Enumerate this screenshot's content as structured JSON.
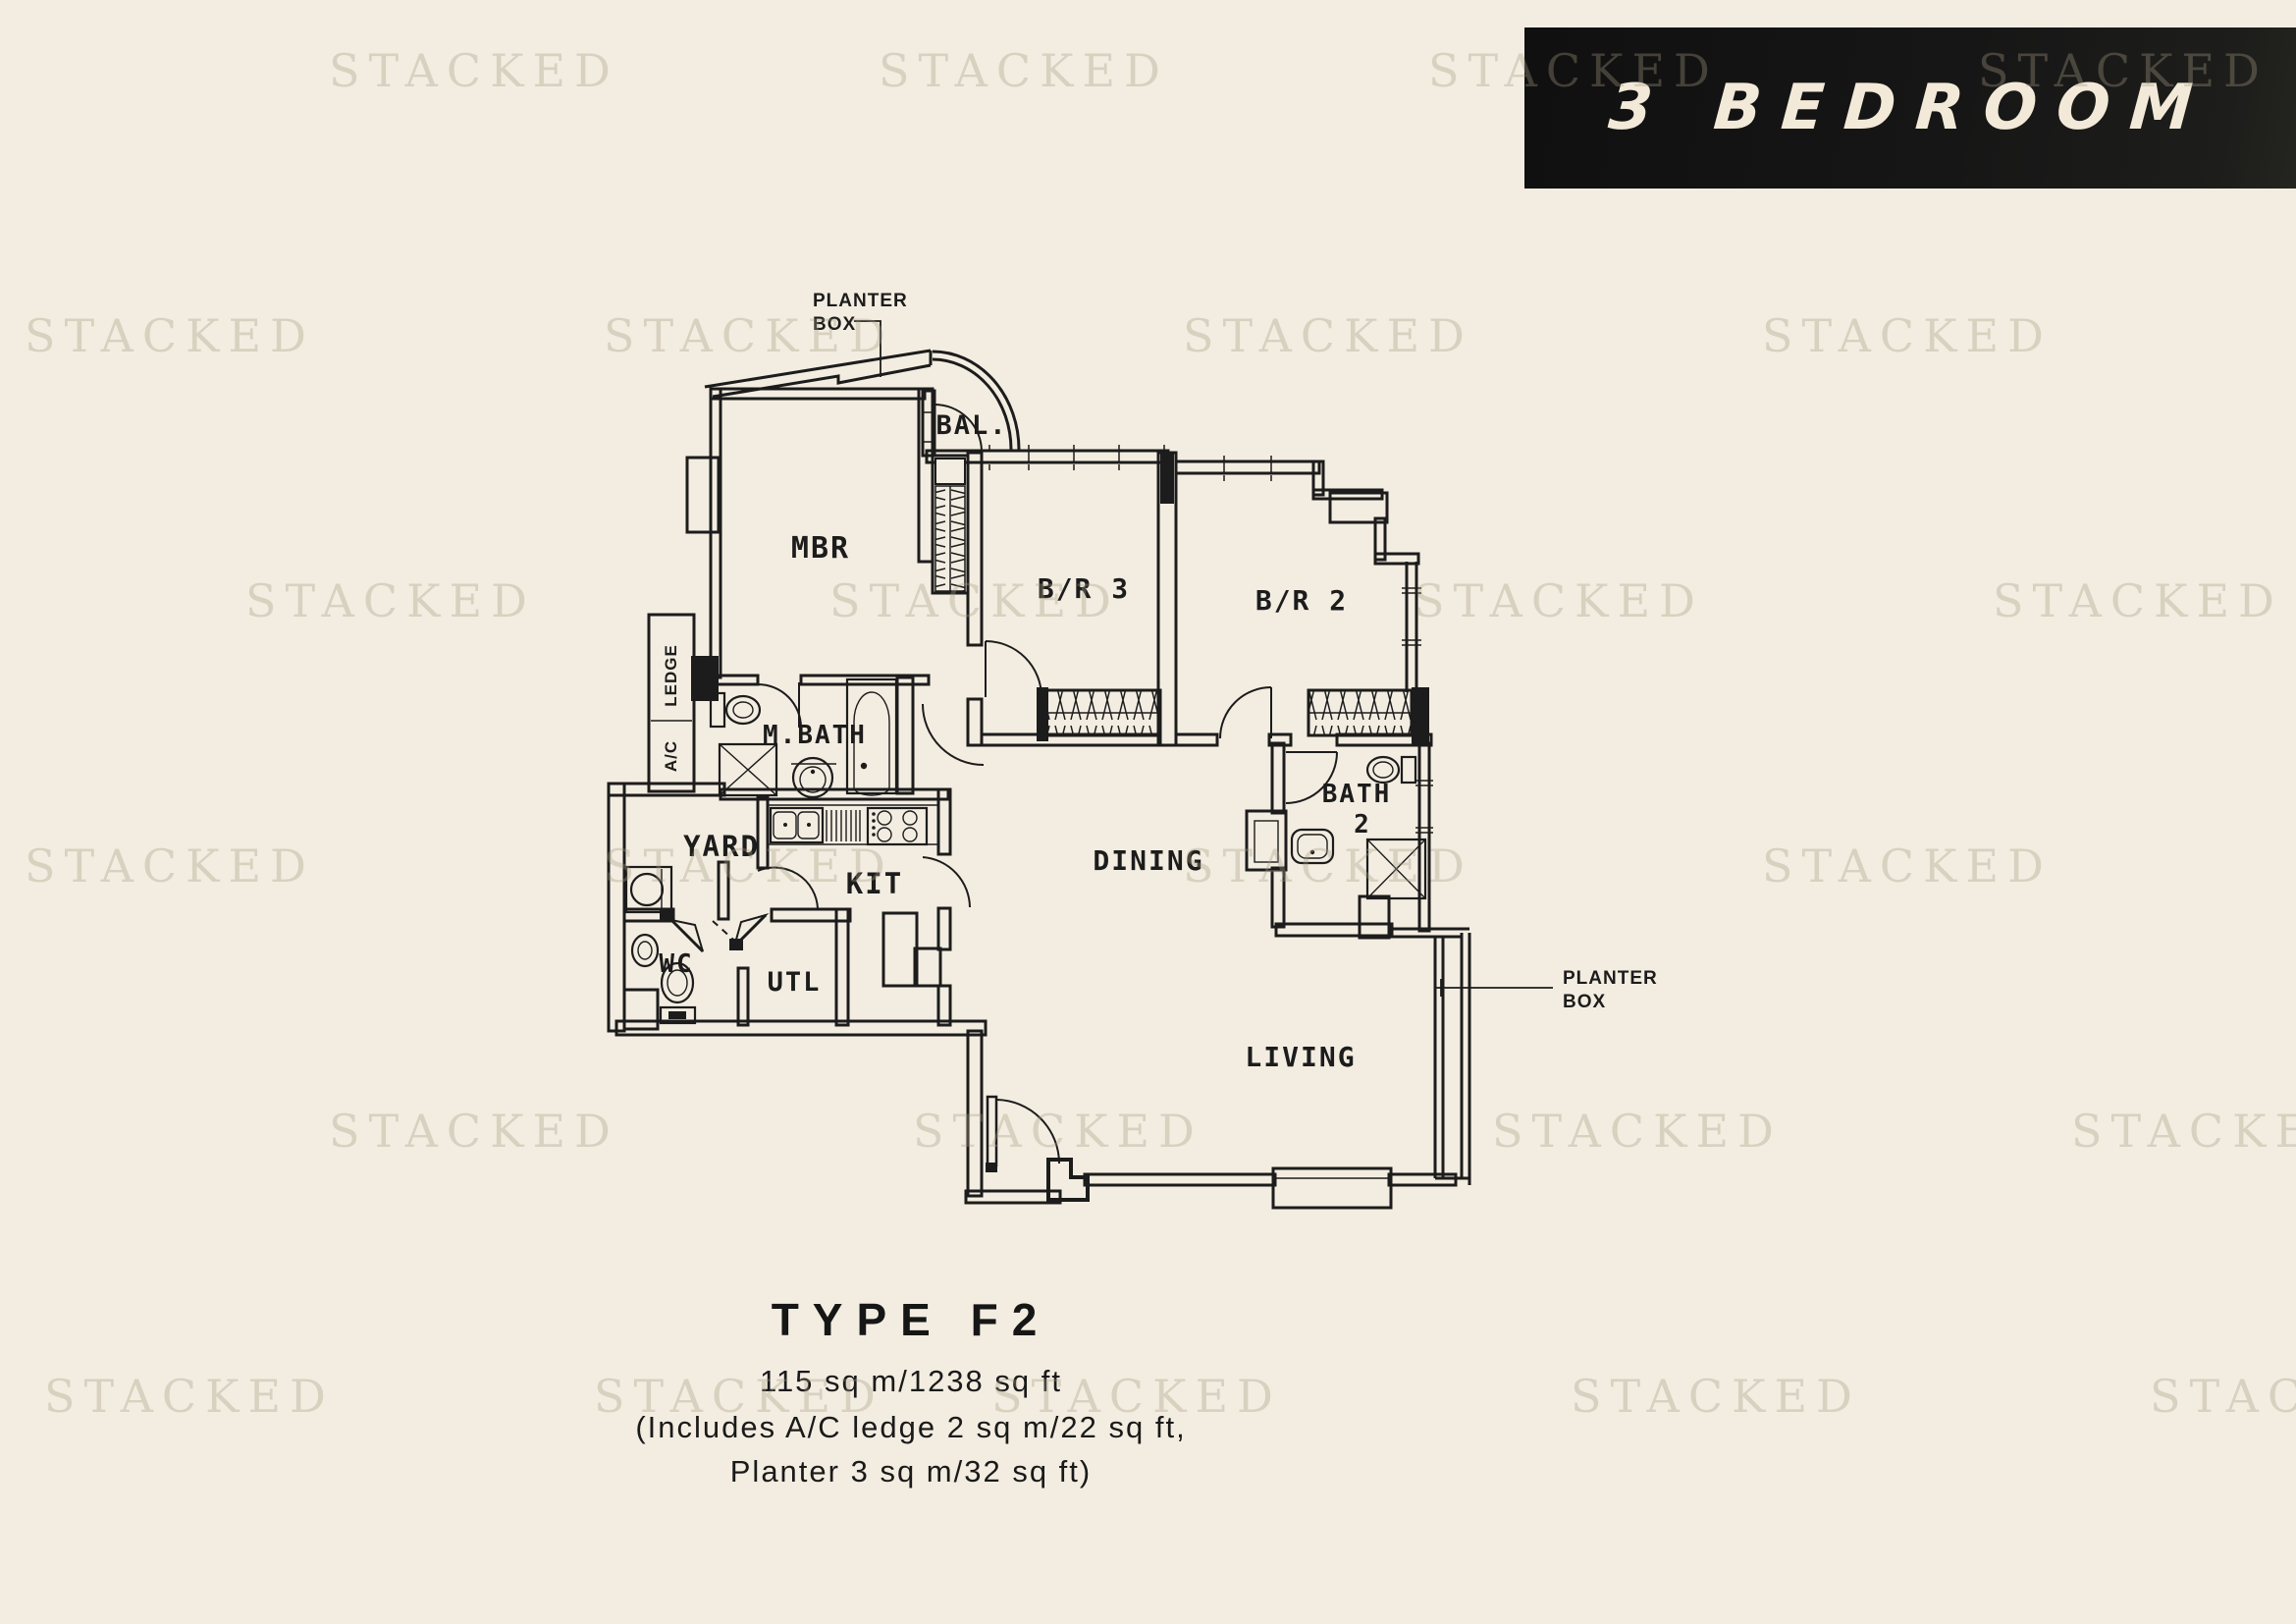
{
  "banner": {
    "title": "3 BEDROOM"
  },
  "watermark": {
    "text": "STACKED"
  },
  "rooms": {
    "mbr": "MBR",
    "bal": "BAL.",
    "br3": "B/R 3",
    "br2": "B/R 2",
    "mbath": "M.BATH",
    "bath2_line1": "BATH",
    "bath2_line2": "2",
    "yard": "YARD",
    "kit": "KIT",
    "wc": "WC",
    "utl": "UTL",
    "dining": "DINING",
    "living": "LIVING"
  },
  "annotations": {
    "planter_top_line1": "PLANTER",
    "planter_top_line2": "BOX",
    "planter_right_line1": "PLANTER",
    "planter_right_line2": "BOX",
    "ac": "A/C",
    "ledge": "LEDGE"
  },
  "footer": {
    "title": "TYPE F2",
    "area": "115 sq m/1238 sq ft",
    "note_line1": "(Includes A/C ledge 2 sq m/22 sq ft,",
    "note_line2": "Planter 3 sq m/32 sq ft)"
  },
  "colors": {
    "background": "#f3ede1",
    "ink": "#1c1c1c",
    "banner_bg": "#141414",
    "banner_text": "#f2e9d8",
    "watermark": "#a79c83"
  }
}
